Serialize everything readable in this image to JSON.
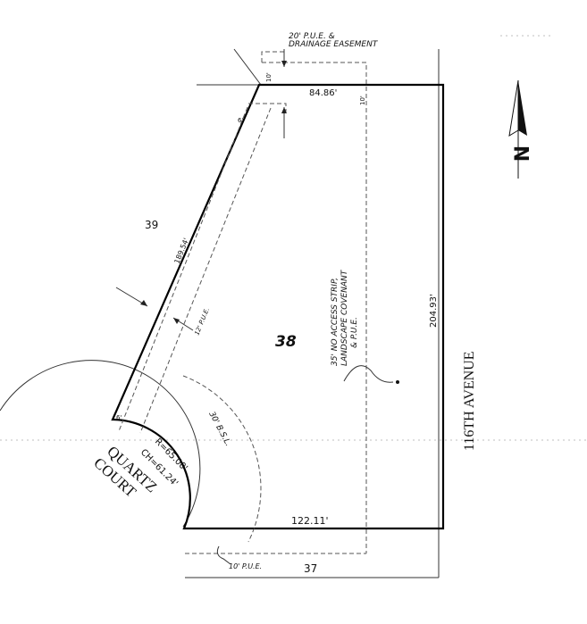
{
  "easements": {
    "pue_drainage_line1": "20' P.U.E. &",
    "pue_drainage_line2": "DRAINAGE EASEMENT",
    "ten_ft_top": "10'",
    "ten_ft_right": "10'",
    "twelve_pue": "12' P.U.E.",
    "no_access_line1": "35' NO ACCESS STRIP,",
    "no_access_line2": "LANDSCAPE COVENANT",
    "no_access_line3": "& P.U.E.",
    "bsl": "30' B.S.L.",
    "ten_pue_bottom": "10' P.U.E.",
    "six_top": "6'",
    "six_bottom": "6'"
  },
  "dimensions": {
    "north_line": "84.86'",
    "west_line": "189.54'",
    "east_line": "204.93'",
    "south_line": "122.11'",
    "curve_radius": "R=65.00'",
    "curve_chord": "CH=61.24'"
  },
  "lots": {
    "subject": "38",
    "west_adjacent": "39",
    "south_adjacent": "37"
  },
  "streets": {
    "east": "116TH AVENUE",
    "court_line1": "QUARTZ",
    "court_line2": "COURT"
  },
  "north_arrow": {
    "label": "N",
    "icon": "north-arrow-icon"
  }
}
